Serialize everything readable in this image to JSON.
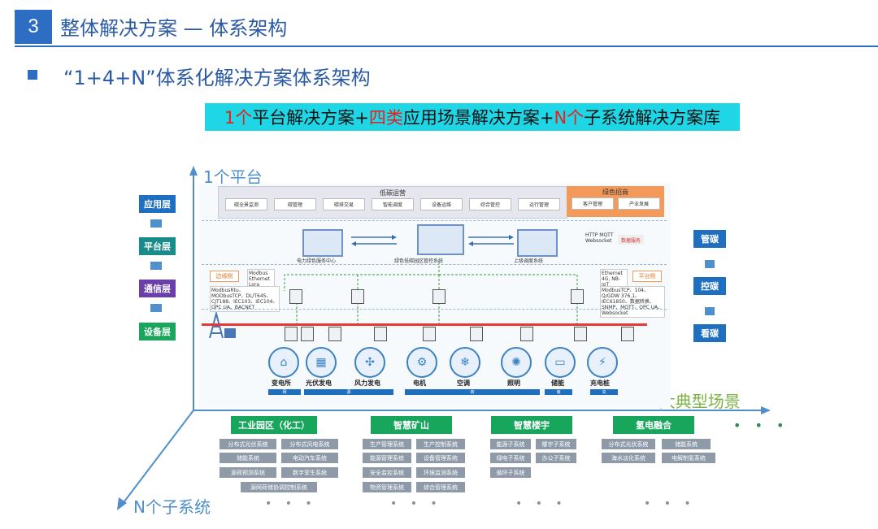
{
  "header": {
    "number": "3",
    "title": "整体解决方案 — 体系架构"
  },
  "subtitle": "“1+4+N”体系化解决方案体系架构",
  "banner": {
    "p1_red": "1个",
    "p1": "平台解决方案+",
    "p2_red": "四类",
    "p2": "应用场景解决方案+",
    "p3_red": "N个",
    "p3": "子系统解决方案库"
  },
  "axes": {
    "y_label": "1个平台",
    "x_label": "4大典型场景",
    "z_label": "N个子系统"
  },
  "layers": [
    "应用层",
    "平台层",
    "通信层",
    "设备层"
  ],
  "capabilities": [
    "管碳",
    "控碳",
    "看碳"
  ],
  "top_bar": {
    "title": "低碳运营",
    "items": [
      "碳全景监测",
      "碳管理",
      "碳排交易",
      "智能调度",
      "设备运维",
      "综合管控",
      "运行管理"
    ],
    "orange_title": "绿色招商",
    "orange_items": [
      "客户管理",
      "产业发展"
    ]
  },
  "platform": {
    "left_pc": "电力绿色服务中心",
    "center_pc": "绿色低碳园区管控系统",
    "right_pc": "上级调度系统",
    "protocols": "HTTP MQTT Websocket",
    "gray_badge": "数据服务",
    "left_small": "Modbus Ethernet Lora",
    "right_small": "Ethernet 4G, NB-IoT",
    "left_protocol_text": "ModbusRtu、MODbusTCP、DL/T645、CJT188、IEC103、IEC104、OPC UA、BACNET",
    "right_protocol_text": "ModbusTCP、104、Q/GDW 376.1、IEC61850、数据转换、SNMP、MQTT、OPC UA、Websocket",
    "badge_left": "边缘侧",
    "badge_right": "平台侧"
  },
  "scenes": [
    {
      "icon": "⌂",
      "label": "变电所"
    },
    {
      "icon": "▦",
      "label": "光伏发电"
    },
    {
      "icon": "✣",
      "label": "风力发电"
    },
    {
      "icon": "⚙",
      "label": "电机"
    },
    {
      "icon": "❄",
      "label": "空调"
    },
    {
      "icon": "✺",
      "label": "照明"
    },
    {
      "icon": "▭",
      "label": "储能"
    },
    {
      "icon": "⚡",
      "label": "充电桩"
    }
  ],
  "bottom_segments": [
    "网",
    "源",
    "荷",
    "储",
    "充"
  ],
  "scenario_columns": [
    {
      "title": "工业园区（化工）",
      "items": [
        "分布式光伏系统",
        "分布式风电系统",
        "储能系统",
        "电动汽车系统",
        "源荷预测系统",
        "数字孪生系统",
        "源网荷储协调控制系统"
      ]
    },
    {
      "title": "智慧矿山",
      "items": [
        "生产管理系统",
        "生产控制系统",
        "能源管理系统",
        "设备管理系统",
        "安全监控系统",
        "环境监测系统",
        "物资管理系统",
        "综合管理系统"
      ]
    },
    {
      "title": "智慧楼宇",
      "items": [
        "能源子系统",
        "楼宇子系统",
        "绿电子系统",
        "办公子系统",
        "循环子系统"
      ]
    },
    {
      "title": "氢电融合",
      "items": [
        "分布式光伏系统",
        "储能系统",
        "海水淡化系统",
        "电解制氢系统"
      ]
    }
  ],
  "more_scenarios": "• • •",
  "more_subsystems": "• • •"
}
